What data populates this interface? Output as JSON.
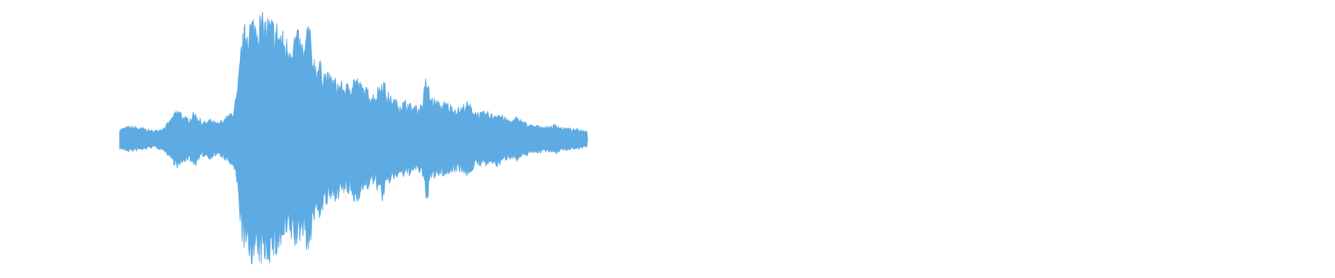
{
  "waveform": {
    "color": "#5dabe2",
    "background": "#ffffff",
    "envelope": [
      0.08,
      0.09,
      0.1,
      0.1,
      0.1,
      0.09,
      0.09,
      0.08,
      0.07,
      0.07,
      0.08,
      0.09,
      0.12,
      0.16,
      0.21,
      0.24,
      0.2,
      0.17,
      0.18,
      0.22,
      0.18,
      0.14,
      0.14,
      0.16,
      0.14,
      0.13,
      0.15,
      0.18,
      0.2,
      0.24,
      0.4,
      0.78,
      0.92,
      0.96,
      0.98,
      1.0,
      0.99,
      0.97,
      0.97,
      0.95,
      0.93,
      0.88,
      0.82,
      0.79,
      0.82,
      0.88,
      0.8,
      0.74,
      0.98,
      0.7,
      0.62,
      0.62,
      0.56,
      0.52,
      0.5,
      0.48,
      0.46,
      0.44,
      0.44,
      0.48,
      0.52,
      0.46,
      0.42,
      0.4,
      0.38,
      0.36,
      0.44,
      0.5,
      0.38,
      0.34,
      0.32,
      0.3,
      0.3,
      0.31,
      0.28,
      0.27,
      0.26,
      0.3,
      0.52,
      0.35,
      0.32,
      0.3,
      0.29,
      0.3,
      0.28,
      0.26,
      0.25,
      0.26,
      0.3,
      0.28,
      0.24,
      0.22,
      0.21,
      0.22,
      0.21,
      0.2,
      0.22,
      0.2,
      0.17,
      0.16,
      0.15,
      0.18,
      0.16,
      0.14,
      0.12,
      0.11,
      0.11,
      0.11,
      0.1,
      0.1,
      0.11,
      0.12,
      0.1,
      0.09,
      0.09,
      0.08,
      0.08,
      0.08,
      0.07,
      0.07,
      0.06,
      0.06,
      0.06,
      0.05,
      0.05,
      0.05,
      0.05,
      0.05,
      0.05,
      0.04,
      0.04,
      0.05,
      0.05,
      0.05,
      0.04,
      0.04,
      0.04,
      0.04,
      0.04,
      0.04,
      0.04,
      0.04,
      0.04,
      0.04,
      0.05,
      0.05,
      0.05,
      0.05,
      0.04,
      0.04,
      0.04,
      0.04,
      0.04,
      0.04,
      0.04,
      0.04,
      0.03,
      0.03,
      0.03,
      0.03,
      0.03,
      0.03,
      0.03,
      0.03,
      0.03,
      0.03,
      0.03,
      0.03,
      0.03,
      0.03,
      0.03,
      0.03,
      0.03,
      0.03,
      0.03,
      0.03,
      0.03,
      0.03,
      0.03,
      0.03,
      0.03,
      0.03,
      0.03,
      0.03,
      0.03,
      0.03,
      0.03,
      0.03,
      0.03,
      0.03,
      0.03,
      0.03,
      0.03,
      0.03,
      0.03,
      0.03,
      0.03,
      0.03,
      0.03,
      0.03,
      0.03,
      0.03,
      0.03,
      0.03,
      0.03,
      0.03,
      0.03,
      0.03,
      0.03,
      0.03,
      0.03,
      0.03,
      0.03,
      0.03,
      0.03,
      0.03,
      0.03,
      0.03,
      0.03,
      0.03,
      0.03,
      0.03,
      0.03,
      0.03,
      0.03,
      0.03,
      0.03,
      0.03,
      0.03,
      0.03,
      0.03,
      0.03,
      0.03,
      0.03,
      0.03,
      0.03,
      0.03,
      0.03,
      0.03,
      0.03,
      0.03,
      0.03,
      0.03,
      0.03,
      0.03,
      0.03,
      0.03,
      0.03,
      0.03,
      0.03,
      0.03,
      0.03,
      0.03,
      0.03,
      0.03,
      0.03,
      0.03,
      0.03,
      0.03,
      0.03
    ]
  }
}
